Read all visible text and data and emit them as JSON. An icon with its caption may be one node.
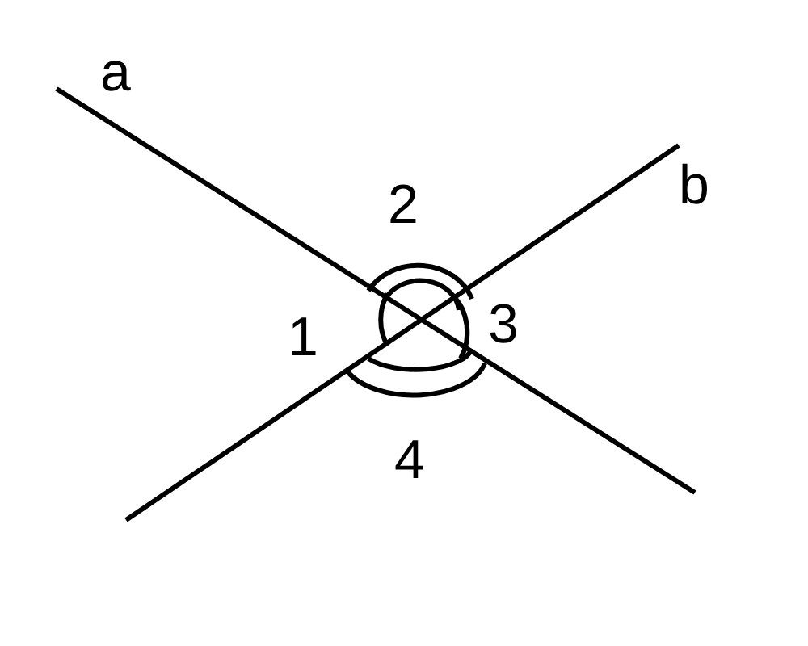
{
  "diagram": {
    "labels": [
      "a",
      "b",
      "2",
      "3",
      "1",
      "4"
    ]
  }
}
